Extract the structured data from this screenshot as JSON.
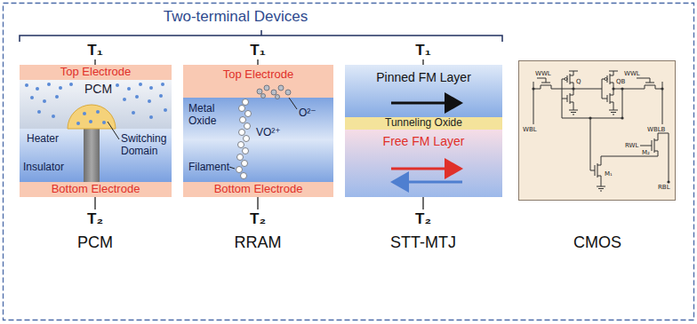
{
  "diagram": {
    "title": "Two-terminal Devices",
    "nodes": [
      {
        "text": [
          "Top Electrode"
        ]
      },
      {
        "text": [
          "Bottom Electrode"
        ]
      },
      {
        "text": [
          "Top Electrode"
        ]
      },
      {
        "text": [
          "Bottom Electrode"
        ]
      },
      {
        "text": [
          "Pinned FM Layer"
        ]
      },
      {
        "text": [
          "Tunneling Oxide"
        ]
      },
      {
        "text": [
          "Free FM Layer"
        ]
      }
    ],
    "labels": [
      "PCM",
      "Heater",
      "Switching Domain",
      "Insulator",
      "Metal Oxide",
      "O²⁻",
      "VO²⁺",
      "Filament",
      "T₁",
      "T₁",
      "T₁",
      "T₂",
      "T₂",
      "T₂",
      "PCM",
      "RRAM",
      "STT-MTJ",
      "CMOS",
      "WWL",
      "WWL",
      "WBL",
      "Q",
      "QB",
      "WBLB",
      "RWL",
      "M₂",
      "M₁",
      "RBL"
    ]
  }
}
